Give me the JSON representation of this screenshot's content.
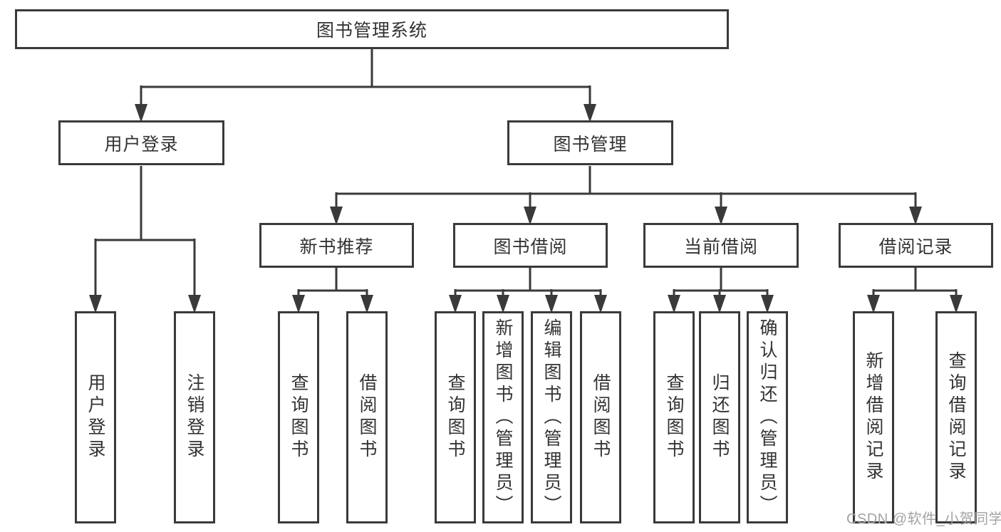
{
  "tree": {
    "label": "图书管理系统",
    "children": [
      {
        "label": "用户登录",
        "children": [
          {
            "label": "用户登录"
          },
          {
            "label": "注销登录"
          }
        ]
      },
      {
        "label": "图书管理",
        "children": [
          {
            "label": "新书推荐",
            "children": [
              {
                "label": "查询图书"
              },
              {
                "label": "借阅图书"
              }
            ]
          },
          {
            "label": "图书借阅",
            "children": [
              {
                "label": "查询图书"
              },
              {
                "label": "新增图书（管理员）"
              },
              {
                "label": "编辑图书（管理员）"
              },
              {
                "label": "借阅图书"
              }
            ]
          },
          {
            "label": "当前借阅",
            "children": [
              {
                "label": "查询图书"
              },
              {
                "label": "归还图书"
              },
              {
                "label": "确认归还（管理员）"
              }
            ]
          },
          {
            "label": "借阅记录",
            "children": [
              {
                "label": "新增借阅记录"
              },
              {
                "label": "查询借阅记录"
              }
            ]
          }
        ]
      }
    ]
  },
  "watermark": {
    "text": "CSDN @软件_小贺同学"
  },
  "colors": {
    "line": "#3a3a3c",
    "text": "#333333",
    "watermark": "#a3a3a3",
    "background": "#ffffff"
  }
}
